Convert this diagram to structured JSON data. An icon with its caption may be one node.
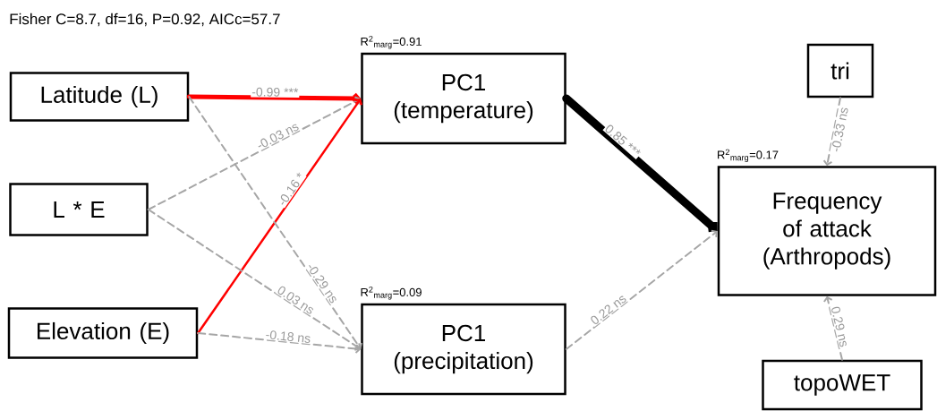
{
  "diagram": {
    "title": "Fisher C=8.7, df=16, P=0.92, AICc=57.7",
    "nodes": [
      {
        "text": [
          "Latitude (L)"
        ]
      },
      {
        "text": [
          "L * E"
        ]
      },
      {
        "text": [
          "Elevation (E)"
        ]
      },
      {
        "text": [
          "PC1 (temperature)"
        ],
        "beside": [
          "R$^{2}$$_{marg}$=0.91"
        ]
      },
      {
        "text": [
          "PC1 (precipitation)"
        ],
        "beside": [
          "R$^{2}$$_{marg}$=0.09"
        ]
      },
      {
        "text": [
          "tri"
        ]
      },
      {
        "text": [
          "Frequency of attack (Arthropods)"
        ],
        "beside": [
          "R$^{2}$$_{marg}$=0.17"
        ]
      },
      {
        "text": [
          "topoWET"
        ]
      }
    ],
    "edges": [
      {
        "from": 0,
        "to": 3,
        "arrow": "to",
        "label": "-0.99 ***",
        "style": "thick",
        "color": "#ff0000"
      },
      {
        "from": 1,
        "to": 3,
        "arrow": "to",
        "label": "-0.03 ns",
        "style": "dashed"
      },
      {
        "from": 2,
        "to": 3,
        "arrow": "to",
        "label": "-0.16 *",
        "color": "#ff0000"
      },
      {
        "from": 0,
        "to": 4,
        "arrow": "to",
        "label": "-0.29 ns",
        "style": "dashed"
      },
      {
        "from": 1,
        "to": 4,
        "arrow": "to",
        "label": "0.03 ns",
        "style": "dashed"
      },
      {
        "from": 2,
        "to": 4,
        "arrow": "to",
        "label": "-0.18 ns",
        "style": "dashed"
      },
      {
        "from": 3,
        "to": 6,
        "arrow": "to",
        "label": "0.85 ***",
        "style": "thick",
        "color": "#000000"
      },
      {
        "from": 4,
        "to": 6,
        "arrow": "to",
        "label": "0.22 ns",
        "style": "dashed"
      },
      {
        "from": 5,
        "to": 6,
        "arrow": "to",
        "label": "-0.33 ns",
        "style": "dashed"
      },
      {
        "from": 7,
        "to": 6,
        "arrow": "to",
        "label": "0.29 ns",
        "style": "dashed"
      }
    ]
  }
}
